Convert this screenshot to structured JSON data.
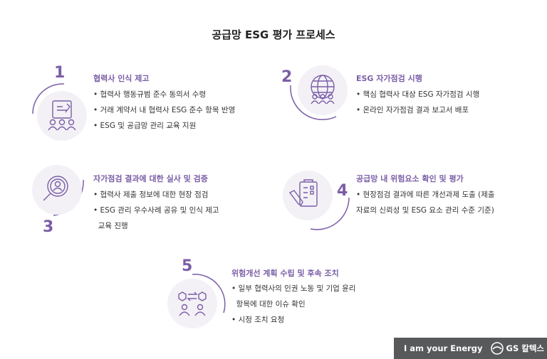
{
  "title": "공급망 ESG 평가 프로세스",
  "steps": [
    {
      "number": "1",
      "title": "협력사 인식 제고",
      "bullets": [
        "• 협력사 행동규범 준수 동의서 수령",
        "• 거래 계약서 내 협력사 ESG 준수 항목 반영",
        "• ESG 및 공급망 관리 교육 지원"
      ]
    },
    {
      "number": "2",
      "title": "ESG 자가점검 시행",
      "bullets": [
        "• 핵심 협력사 대상 ESG 자가점검 시행",
        "• 온라인 자가점검 결과 보고서 배포"
      ]
    },
    {
      "number": "3",
      "title": "자가점검 결과에 대한 실사 및 검증",
      "bullets": [
        "• 협력사 제출 정보에 대한 현장 점검",
        "• ESG 관리 우수사례 공유 및 인식 제고",
        "  교육 진행"
      ]
    },
    {
      "number": "4",
      "title": "공급망 내 위험요소 확인 및 평가",
      "bullets": [
        "• 현장점검 결과에 따른 개선과제 도출 (제출",
        "자료의 신뢰성 및 ESG 요소 관리 수준 기준)"
      ]
    },
    {
      "number": "5",
      "title": "위험개선 계획 수립 및 후속 조치",
      "bullets": [
        "• 일부 협력사의 인권 노동 및 기업 윤리",
        "  항목에 대한 이슈 확인",
        "• 시정 조치 요청"
      ]
    }
  ],
  "footer": {
    "tagline": "I am your Energy",
    "brand": "GS 칼텍스"
  },
  "colors": {
    "accent": "#7b5ea7",
    "circle_bg": "#f3f1f6",
    "footer_bg": "#58595b"
  },
  "icons": [
    "document-people-icon",
    "globe-people-icon",
    "magnifier-person-icon",
    "checklist-pen-icon",
    "exchange-people-icon",
    "gs-logo-icon"
  ]
}
